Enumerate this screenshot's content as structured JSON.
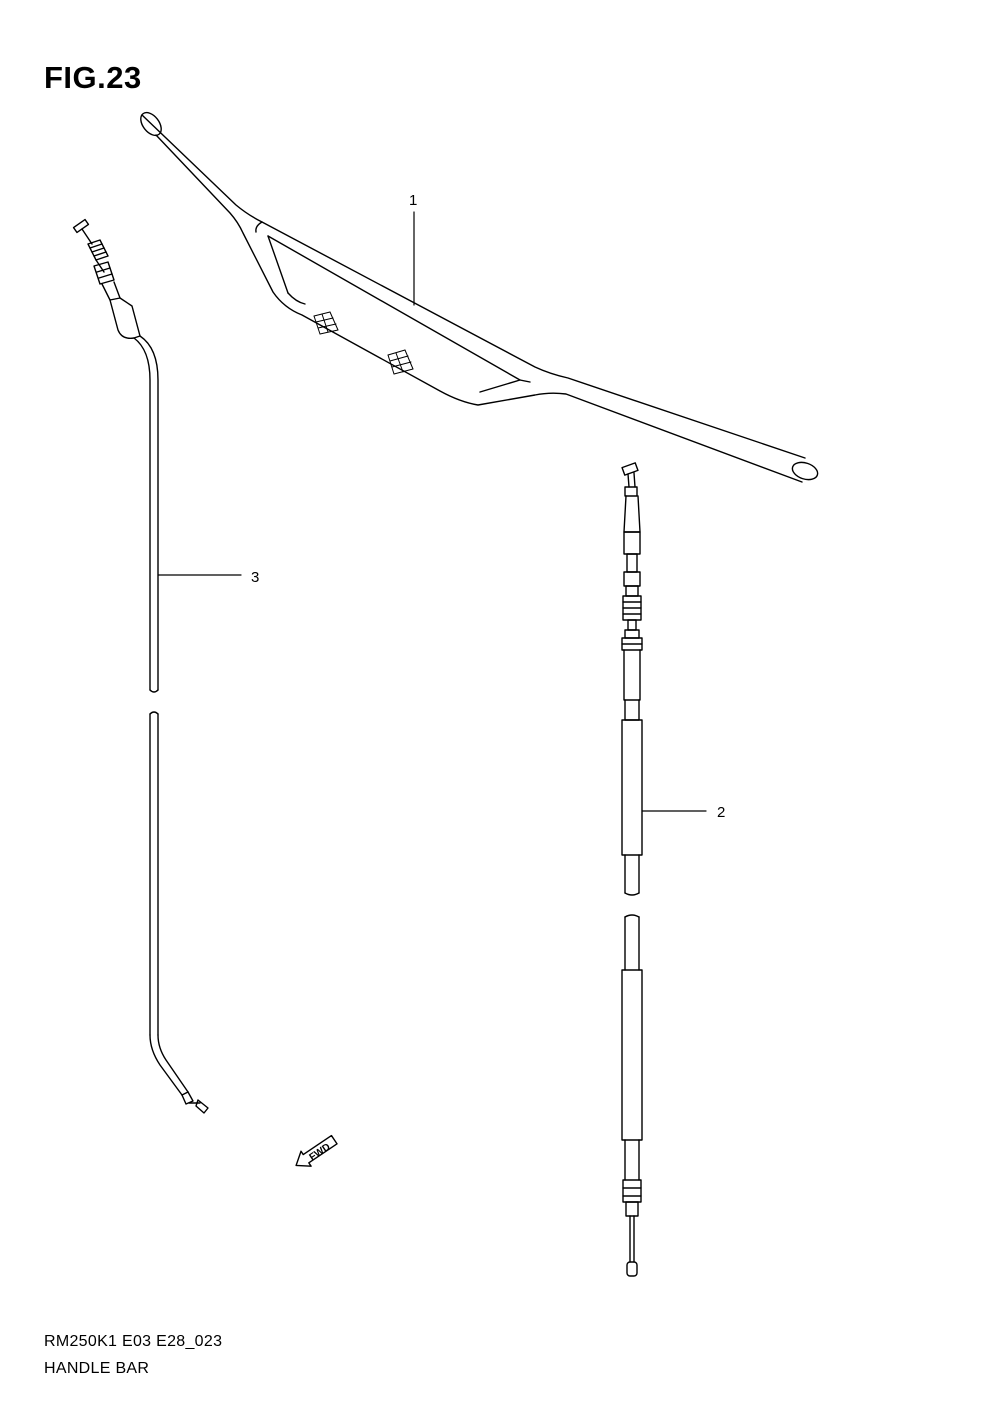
{
  "figure": {
    "title": "FIG.23"
  },
  "callouts": [
    {
      "number": "1",
      "part": "handle-bar"
    },
    {
      "number": "2",
      "part": "throttle-cable"
    },
    {
      "number": "3",
      "part": "clutch-cable"
    }
  ],
  "direction_badge": {
    "text": "FWD"
  },
  "footer": {
    "code": "RM250K1 E03 E28_023",
    "name": "HANDLE BAR"
  }
}
